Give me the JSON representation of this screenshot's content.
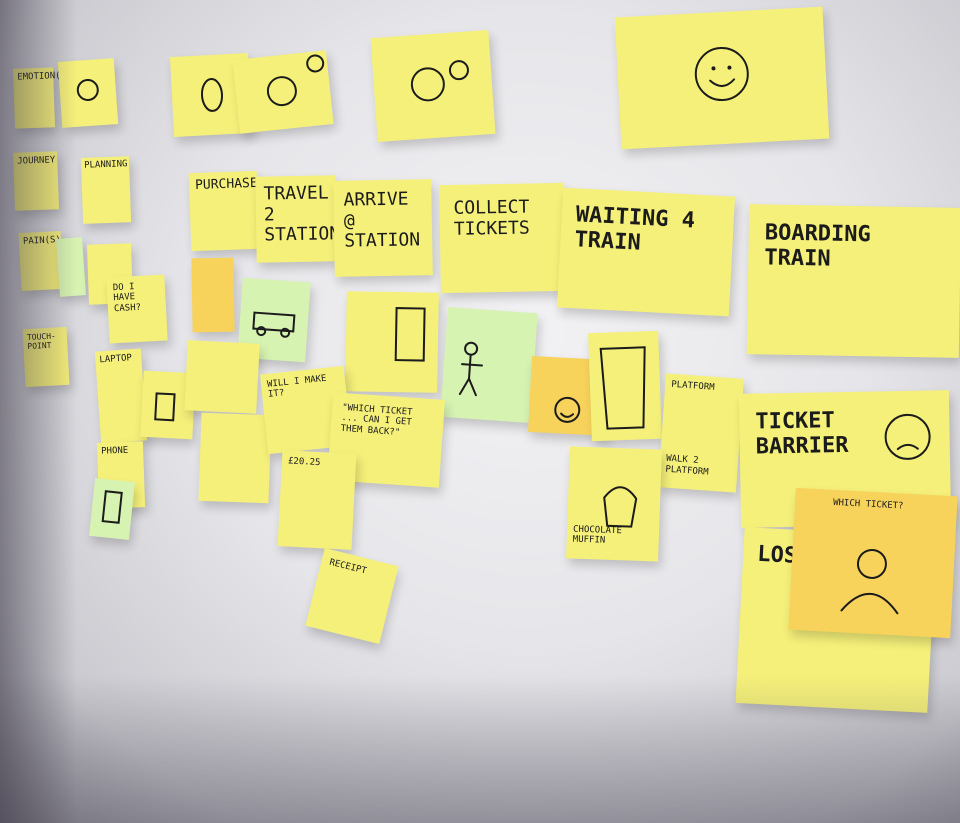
{
  "rows": {
    "emotion": "EMOTION(S)",
    "journey": "JOURNEY",
    "pain": "PAIN(S)",
    "touchpoint": "TOUCH-POINT"
  },
  "stages": {
    "planning": "PLANNING",
    "purchase": "PURCHASE",
    "travel": "TRAVEL 2 STATION",
    "arrive": "ARRIVE @ STATION",
    "collect": "COLLECT TICKETS",
    "waiting": "WAITING 4 TRAIN",
    "boarding": "BOARDING TRAIN"
  },
  "details": {
    "q_do_i_have": "DO I HAVE CASH?",
    "laptop": "LAPTOP",
    "phone": "PHONE",
    "platform": "PLATFORM",
    "walk2": "WALK 2 PLATFORM",
    "ticket_barrier": "TICKET BARRIER",
    "which_ticket": "WHICH TICKET?",
    "receipt": "RECEIPT",
    "amount": "£20.25",
    "chocolate": "CHOCOLATE MUFFIN",
    "lost": "LOST",
    "which_q": "\"WHICH TICKET ... CAN I GET THEM BACK?\"",
    "will_it": "WILL I MAKE IT?"
  }
}
